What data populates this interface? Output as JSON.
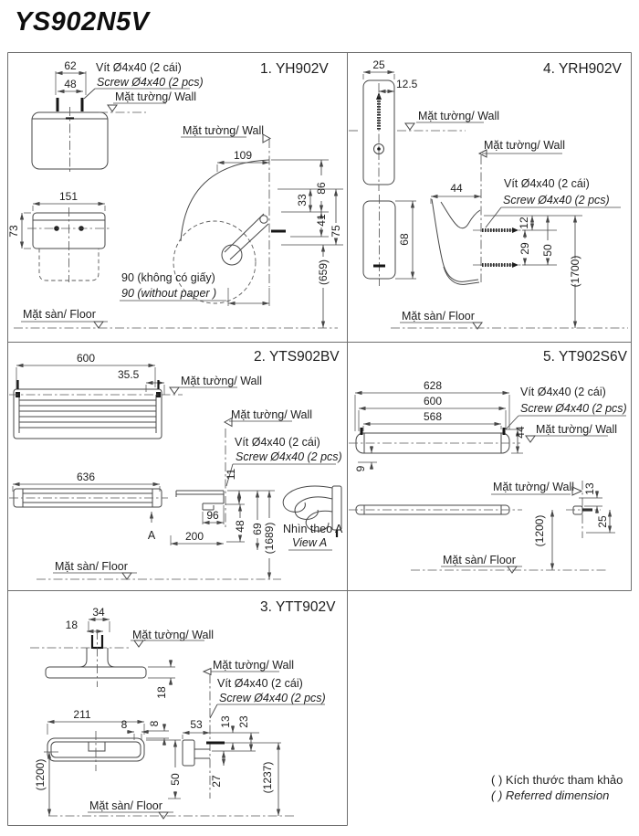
{
  "page_title": "YS902N5V",
  "shared": {
    "wall": "Mặt tường/ Wall",
    "floor": "Mặt sàn/ Floor",
    "screw_vi": "Vít Ø4x40 (2 cái)",
    "screw_en": "Screw Ø4x40 (2 pcs)"
  },
  "notes": {
    "vi": "( ) Kích thước tham khảo",
    "en": "( ) Referred dimension"
  },
  "panels": {
    "p1": {
      "title": "1. YH902V",
      "no_paper_vi": "90 (không có giấy)",
      "no_paper_en": "90 (without paper )",
      "dims": {
        "w62": "62",
        "w48": "48",
        "w151": "151",
        "d73": "73",
        "d109": "109",
        "h86": "86",
        "h33": "33",
        "h41": "41",
        "h75": "75",
        "h659": "(659)"
      }
    },
    "p2": {
      "title": "2. YTS902BV",
      "view_label": "A",
      "view_vi": "Nhìn theo A",
      "view_en": "View A",
      "dims": {
        "w600": "600",
        "w355": "35.5",
        "w636": "636",
        "d11": "11",
        "d96": "96",
        "d200": "200",
        "h48": "48",
        "h69": "69",
        "h1689": "(1689)"
      }
    },
    "p3": {
      "title": "3. YTT902V",
      "dims": {
        "w34": "34",
        "w18": "18",
        "h18": "18",
        "w211": "211",
        "w8": "8",
        "h8": "8",
        "d53": "53",
        "h13": "13",
        "h23": "23",
        "h50": "50",
        "h27": "27",
        "h1200": "(1200)",
        "h1237": "(1237)"
      }
    },
    "p4": {
      "title": "4. YRH902V",
      "dims": {
        "w25": "25",
        "w125": "12.5",
        "d44": "44",
        "h68": "68",
        "h12": "12",
        "h29": "29",
        "h50": "50",
        "h1700": "(1700)"
      }
    },
    "p5": {
      "title": "5. YT902S6V",
      "dims": {
        "w628": "628",
        "w600": "600",
        "w568": "568",
        "h44": "44",
        "h9": "9",
        "h13": "13",
        "h25": "25",
        "h1200": "(1200)"
      }
    }
  }
}
